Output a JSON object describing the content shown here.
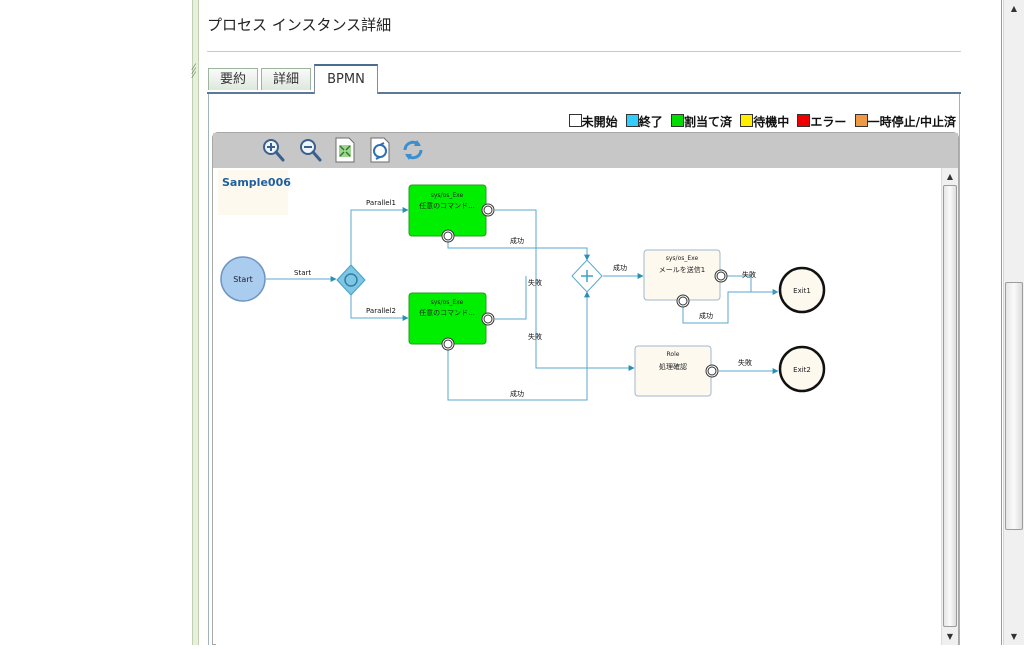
{
  "page": {
    "title": "プロセス インスタンス詳細"
  },
  "tabs": [
    {
      "label": "要約",
      "active": false
    },
    {
      "label": "詳細",
      "active": false
    },
    {
      "label": "BPMN",
      "active": true
    }
  ],
  "legend": [
    {
      "label": "未開始",
      "color": "#ffffff"
    },
    {
      "label": "終了",
      "color": "#33ccff"
    },
    {
      "label": "割当て済",
      "color": "#00dd00"
    },
    {
      "label": "待機中",
      "color": "#ffee00"
    },
    {
      "label": "エラー",
      "color": "#ee0000"
    },
    {
      "label": "一時停止/中止済",
      "color": "#ee9944"
    }
  ],
  "toolbar": {
    "buttons": [
      {
        "name": "zoom-in-icon"
      },
      {
        "name": "zoom-out-icon"
      },
      {
        "name": "fit-page-icon"
      },
      {
        "name": "export-icon"
      },
      {
        "name": "refresh-icon"
      }
    ]
  },
  "diagram": {
    "process_name": "Sample006",
    "start_label": "Start",
    "flows": {
      "start": "Start",
      "parallel1": "Parallel1",
      "parallel2": "Parallel2",
      "success1": "成功",
      "fail1": "失敗",
      "success2": "成功",
      "fail2": "失敗",
      "success3": "成功",
      "fail3": "失敗",
      "success4": "成功",
      "fail4": "失敗"
    },
    "task1": {
      "title": "sys/os_Exe",
      "name": "任意のコマンド..."
    },
    "task2": {
      "title": "sys/os_Exe",
      "name": "任意のコマンド..."
    },
    "task3": {
      "title": "sys/os_Exe",
      "name": "メールを送信1"
    },
    "task4": {
      "title": "Role",
      "name": "処理確認"
    },
    "exit1": "Exit1",
    "exit2": "Exit2"
  },
  "colors": {
    "active_task": "#00ee00",
    "gateway": "#7fc6e4",
    "start_event": "#aaccee",
    "end_event_fill": "#fdf9ef",
    "connector": "#2a8fb7"
  }
}
